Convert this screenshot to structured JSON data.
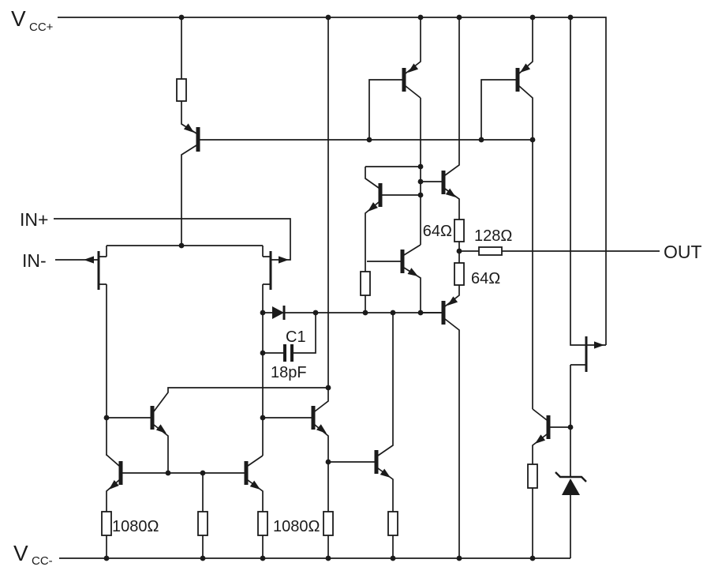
{
  "schematic": {
    "type": "circuit-diagram",
    "subject": "Operational amplifier internal equivalent circuit",
    "colors": {
      "line": "#1b1b1b",
      "background": "#ffffff"
    },
    "power_rails": {
      "vcc_plus": {
        "base": "V",
        "sub": "CC+"
      },
      "vcc_minus": {
        "base": "V",
        "sub": "CC-"
      }
    },
    "io_terminals": {
      "in_plus": "IN+",
      "in_minus": "IN-",
      "out": "OUT"
    },
    "parts": {
      "c1_ref": "C1",
      "c1_value": "18pF",
      "r64_upper": "64Ω",
      "r128": "128Ω",
      "r64_lower": "64Ω",
      "r1080_left": "1080Ω",
      "r1080_right": "1080Ω"
    }
  }
}
